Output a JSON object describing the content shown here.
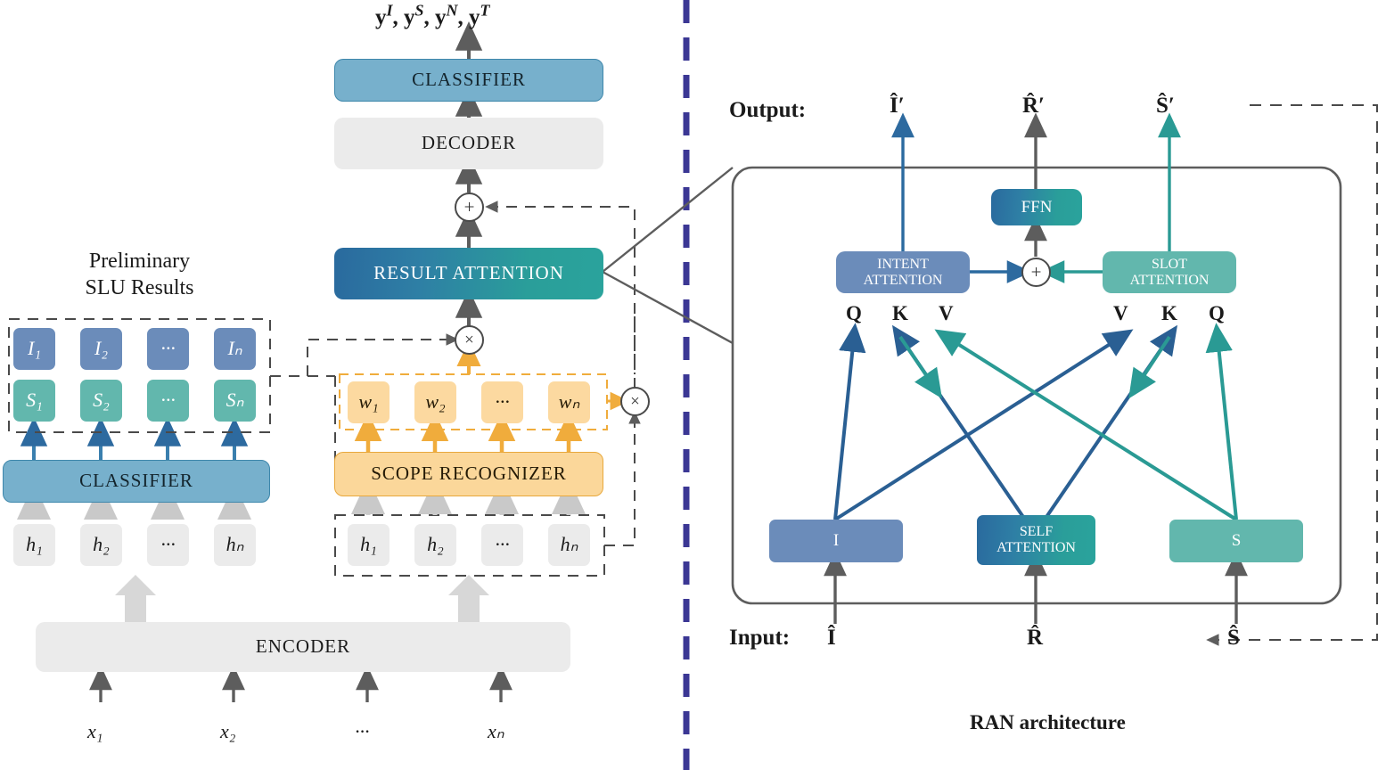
{
  "figure": {
    "caption": "RAN architecture",
    "divider_color": "#3b3794"
  },
  "left_panel": {
    "top_outputs": "y^I, y^S, y^N, y^T",
    "classifier_top": "CLASSIFIER",
    "decoder": "DECODER",
    "result_attention": "RESULT ATTENTION",
    "scope_recognizer": "SCOPE RECOGNIZER",
    "classifier_bottom": "CLASSIFIER",
    "encoder": "ENCODER",
    "preliminary_title_line1": "Preliminary",
    "preliminary_title_line2": "SLU Results",
    "intent_boxes": [
      "I₁",
      "I₂",
      "···",
      "Iₙ"
    ],
    "slot_boxes": [
      "S₁",
      "S₂",
      "···",
      "Sₙ"
    ],
    "weight_boxes": [
      "w₁",
      "w₂",
      "···",
      "wₙ"
    ],
    "hidden_left": [
      "h₁",
      "h₂",
      "···",
      "hₙ"
    ],
    "hidden_right": [
      "h₁",
      "h₂",
      "···",
      "hₙ"
    ],
    "inputs": [
      "x₁",
      "x₂",
      "···",
      "xₙ"
    ],
    "operators": {
      "plus": "+",
      "times_main": "×",
      "times_side": "×"
    }
  },
  "right_panel": {
    "output_label": "Output:",
    "input_label": "Input:",
    "outputs": [
      "Î′",
      "R̂′",
      "Ŝ′"
    ],
    "inputs": [
      "Î",
      "R̂",
      "Ŝ"
    ],
    "intent_attention": "INTENT\nATTENTION",
    "intent_attention_line1": "INTENT",
    "intent_attention_line2": "ATTENTION",
    "slot_attention_line1": "SLOT",
    "slot_attention_line2": "ATTENTION",
    "ffn": "FFN",
    "self_attention_line1": "SELF",
    "self_attention_line2": "ATTENTION",
    "box_intent": "I",
    "box_slot": "S",
    "qkv_left": [
      "Q",
      "K",
      "V"
    ],
    "qkv_right": [
      "V",
      "K",
      "Q"
    ],
    "add_operator": "+"
  },
  "colors": {
    "blue": "#2d6a9f",
    "teal": "#2a9a94",
    "intent_box": "#6b8cba",
    "slot_box": "#62b7ad",
    "classifier": "#77b0cc",
    "scope": "#fbd79a",
    "grey": "#ebebeb",
    "arrow_grey": "#5d5d5d",
    "light_arrow": "#cfcfcf",
    "orange_arrow": "#f0ac3c",
    "divider": "#3b3794"
  }
}
